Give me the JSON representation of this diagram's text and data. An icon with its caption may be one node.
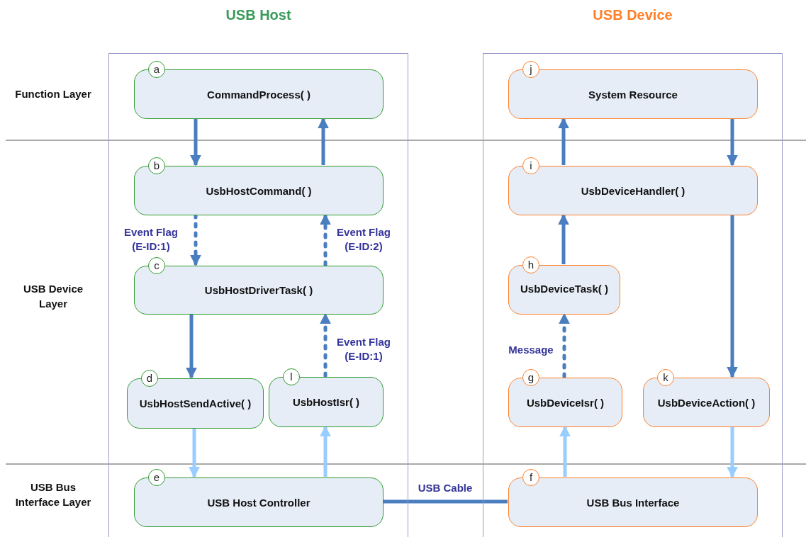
{
  "diagram": {
    "nodes": [
      {
        "text": [
          "USB Host"
        ]
      },
      {
        "text": [
          "a",
          "CommandProcess( )"
        ],
        "in": 0
      },
      {
        "text": [
          "b",
          "UsbHostCommand( )"
        ],
        "in": 0
      },
      {
        "text": [
          "c",
          "UsbHostDriverTask( )"
        ],
        "in": 0
      },
      {
        "text": [
          "d",
          "UsbHostSendActive( )"
        ],
        "in": 0
      },
      {
        "text": [
          "l",
          "UsbHostIsr( )"
        ],
        "in": 0
      },
      {
        "text": [
          "e",
          "USB Host Controller"
        ],
        "in": 0
      },
      {
        "text": [
          "USB Device"
        ]
      },
      {
        "text": [
          "j",
          "System Resource"
        ],
        "in": 7
      },
      {
        "text": [
          "i",
          "UsbDeviceHandler( )"
        ],
        "in": 7
      },
      {
        "text": [
          "h",
          "UsbDeviceTask( )"
        ],
        "in": 7
      },
      {
        "text": [
          "g",
          "UsbDeviceIsr( )"
        ],
        "in": 7
      },
      {
        "text": [
          "k",
          "UsbDeviceAction( )"
        ],
        "in": 7
      },
      {
        "text": [
          "f",
          "USB Bus Interface"
        ],
        "in": 7
      }
    ],
    "edges": [
      {
        "from": 1,
        "to": 2,
        "arrow": "to"
      },
      {
        "from": 2,
        "to": 1,
        "arrow": "to"
      },
      {
        "from": 2,
        "to": 3,
        "arrow": "to",
        "style": "dashed",
        "label": "Event Flag (E-ID:1)"
      },
      {
        "from": 3,
        "to": 2,
        "arrow": "to",
        "style": "dashed",
        "label": "Event Flag (E-ID:2)"
      },
      {
        "from": 3,
        "to": 4,
        "arrow": "to"
      },
      {
        "from": 5,
        "to": 3,
        "arrow": "to",
        "style": "dashed",
        "label": "Event Flag (E-ID:1)"
      },
      {
        "from": 4,
        "to": 6,
        "arrow": "to",
        "color": "#99ccff"
      },
      {
        "from": 6,
        "to": 5,
        "arrow": "to",
        "color": "#99ccff"
      },
      {
        "from": 6,
        "to": 13,
        "arrow": "none",
        "label": "USB Cable"
      },
      {
        "from": 9,
        "to": 8,
        "arrow": "to"
      },
      {
        "from": 8,
        "to": 9,
        "arrow": "to"
      },
      {
        "from": 10,
        "to": 9,
        "arrow": "to"
      },
      {
        "from": 11,
        "to": 10,
        "arrow": "to",
        "style": "dashed",
        "label": "Message"
      },
      {
        "from": 9,
        "to": 12,
        "arrow": "to"
      },
      {
        "from": 13,
        "to": 11,
        "arrow": "to",
        "color": "#99ccff"
      },
      {
        "from": 12,
        "to": 13,
        "arrow": "to",
        "color": "#99ccff"
      }
    ],
    "labels": [
      "Function Layer",
      "USB Device Layer",
      "USB Bus Interface Layer"
    ]
  }
}
